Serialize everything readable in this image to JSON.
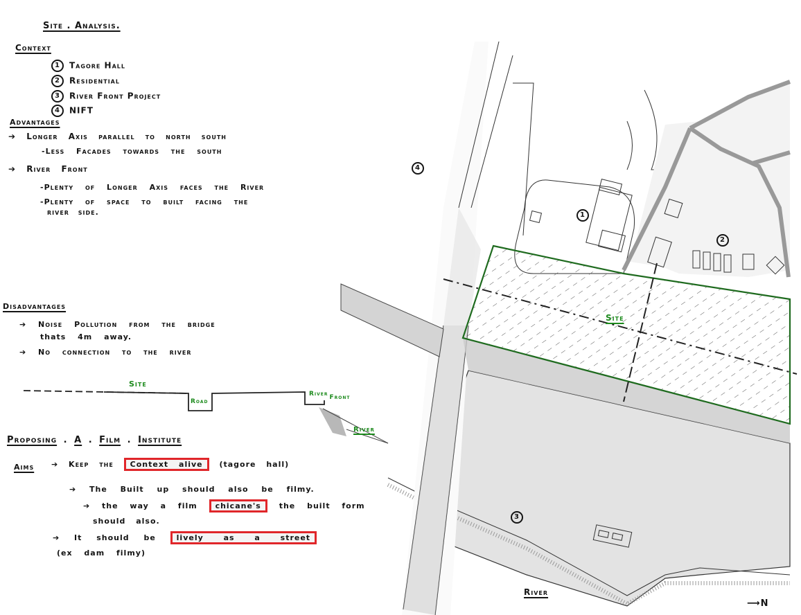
{
  "title": "Site . Analysis.",
  "context": {
    "heading": "Context",
    "items": [
      {
        "num": "1",
        "label": "Tagore Hall"
      },
      {
        "num": "2",
        "label": "Residential"
      },
      {
        "num": "3",
        "label": "River Front Project"
      },
      {
        "num": "4",
        "label": "NIFT"
      }
    ]
  },
  "advantages": {
    "heading": "Advantages",
    "points": [
      {
        "main": "➔ Longer Axis parallel to north south",
        "sub": [
          "-Less Facades towards the south"
        ]
      },
      {
        "main": "➔ River Front",
        "sub": [
          "-Plenty of Longer Axis faces the River",
          "-Plenty of space to built facing the",
          "river side."
        ]
      }
    ]
  },
  "disadvantages": {
    "heading": "Disadvantages",
    "points": [
      {
        "main": "➔ Noise Pollution from the bridge",
        "sub": "thats 4m away."
      },
      {
        "main": "➔ No connection to the river",
        "sub": ""
      }
    ]
  },
  "section": {
    "site_label": "Site",
    "road_label": "Road",
    "riverfront_label_1": "River",
    "riverfront_label_2": "Front",
    "river_label": "River"
  },
  "proposal": {
    "heading_words": [
      "Proposing",
      "A",
      "Film",
      "Institute"
    ],
    "aims_label": "Aims",
    "aim1_pre": "➔ Keep the",
    "aim1_highlight": "Context alive",
    "aim1_post": "(tagore hall)",
    "aim2": "➔ The Built up should also be filmy.",
    "aim2b_pre": "➔ the way a film",
    "aim2b_highlight": "chicane's",
    "aim2b_post": "the built form",
    "aim2b_cont": "should also.",
    "aim3_pre": "➔ It should be",
    "aim3_highlight": "lively as a street",
    "aim3_cont": "(ex dam filmy)"
  },
  "map": {
    "site_label": "Site",
    "river_label": "River",
    "north_label": "N",
    "markers": [
      {
        "num": "4",
        "label": "NIFT"
      },
      {
        "num": "1",
        "label": "Tagore Hall"
      },
      {
        "num": "2",
        "label": "Residential"
      },
      {
        "num": "3",
        "label": "River Front Project"
      }
    ]
  },
  "colors": {
    "ink": "#141414",
    "site_outline": "#1f6b1f",
    "green_text": "#1c8a1c",
    "highlight_red": "#e0262a",
    "road_shade": "#c8c8c8",
    "riverfront_shade": "#d9d9d9"
  }
}
